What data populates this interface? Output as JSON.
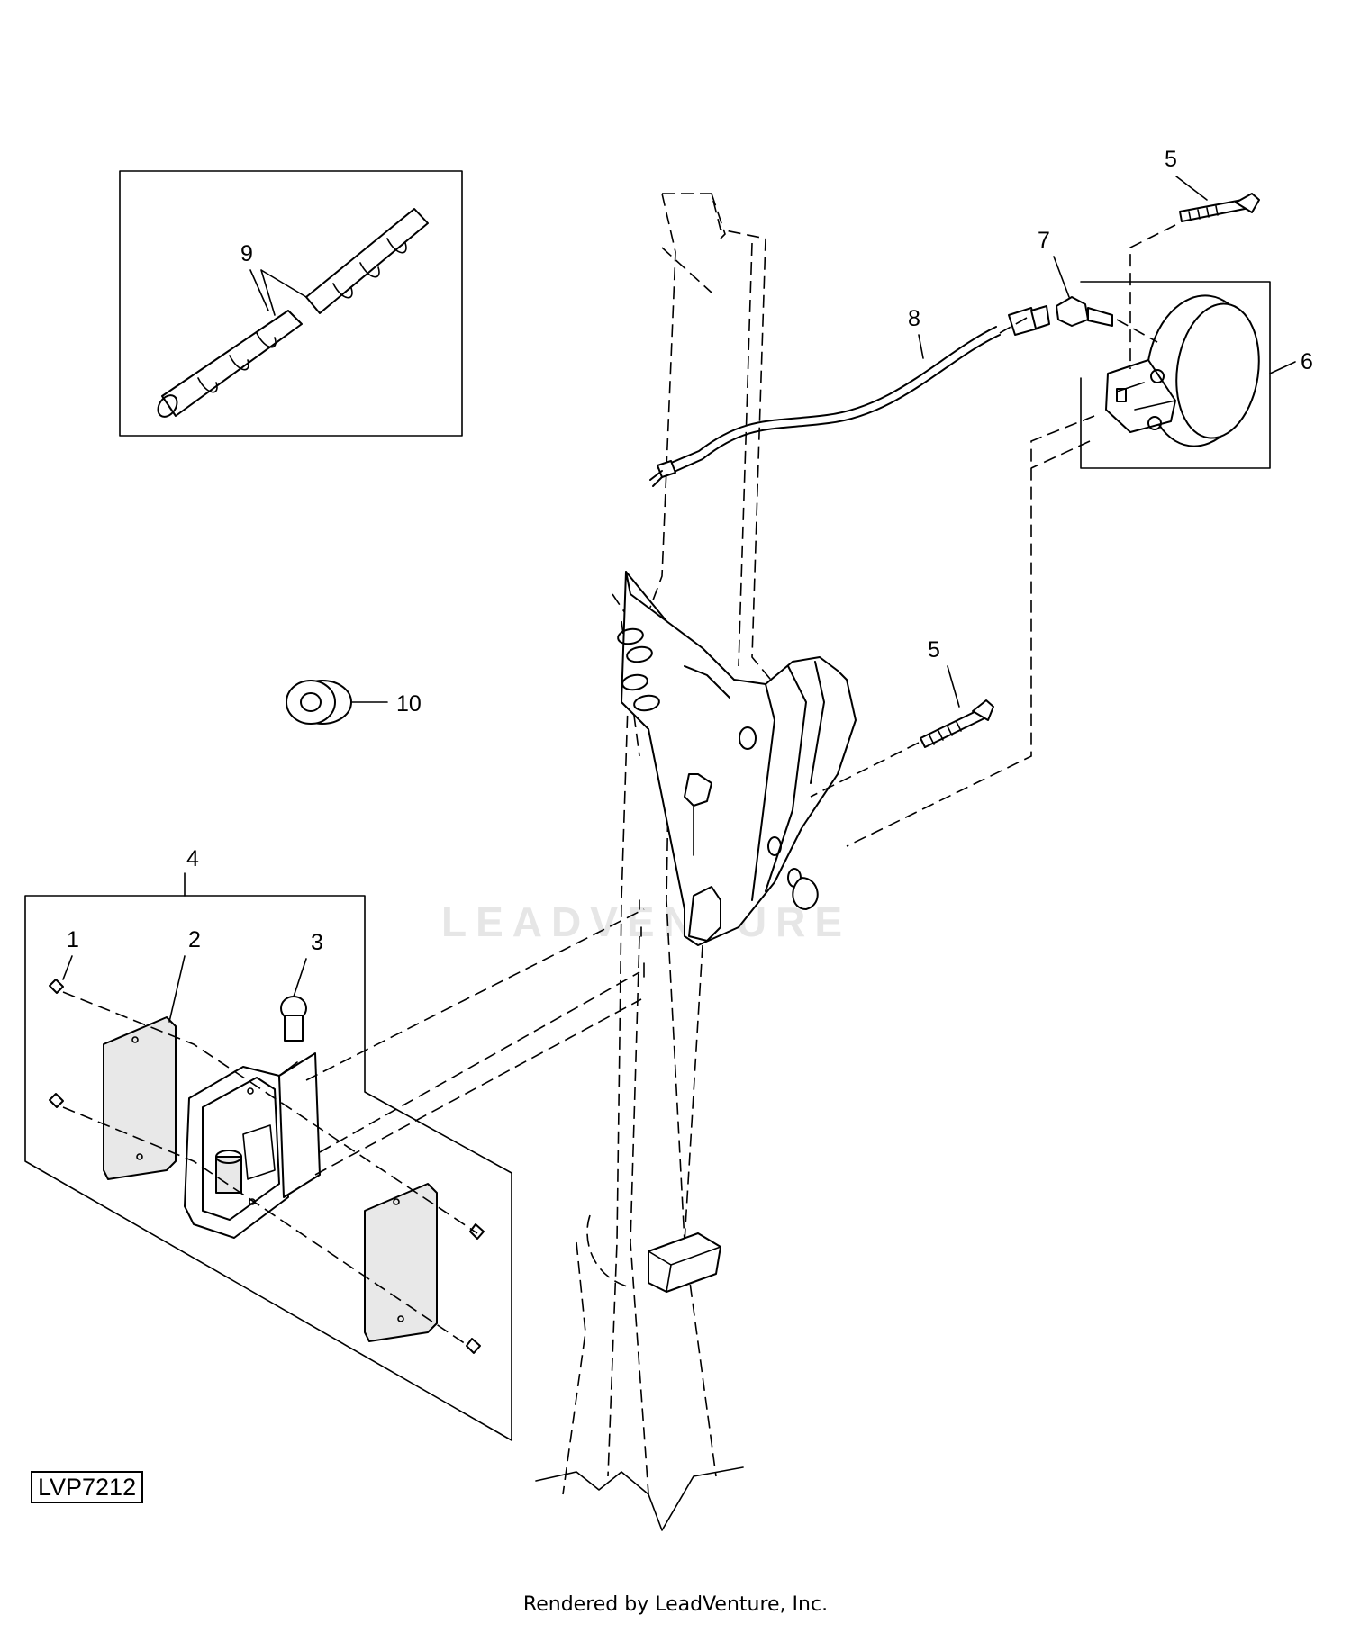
{
  "diagram": {
    "reference_code": "LVP7212",
    "credit": "Rendered by LeadVenture, Inc.",
    "watermark": "LEADVENTURE",
    "callouts": [
      {
        "id": "c1",
        "text": "1"
      },
      {
        "id": "c2",
        "text": "2"
      },
      {
        "id": "c3",
        "text": "3"
      },
      {
        "id": "c4",
        "text": "4"
      },
      {
        "id": "c5a",
        "text": "5"
      },
      {
        "id": "c5b",
        "text": "5"
      },
      {
        "id": "c6",
        "text": "6"
      },
      {
        "id": "c7",
        "text": "7"
      },
      {
        "id": "c8",
        "text": "8"
      },
      {
        "id": "c9",
        "text": "9"
      },
      {
        "id": "c10",
        "text": "10"
      }
    ]
  }
}
